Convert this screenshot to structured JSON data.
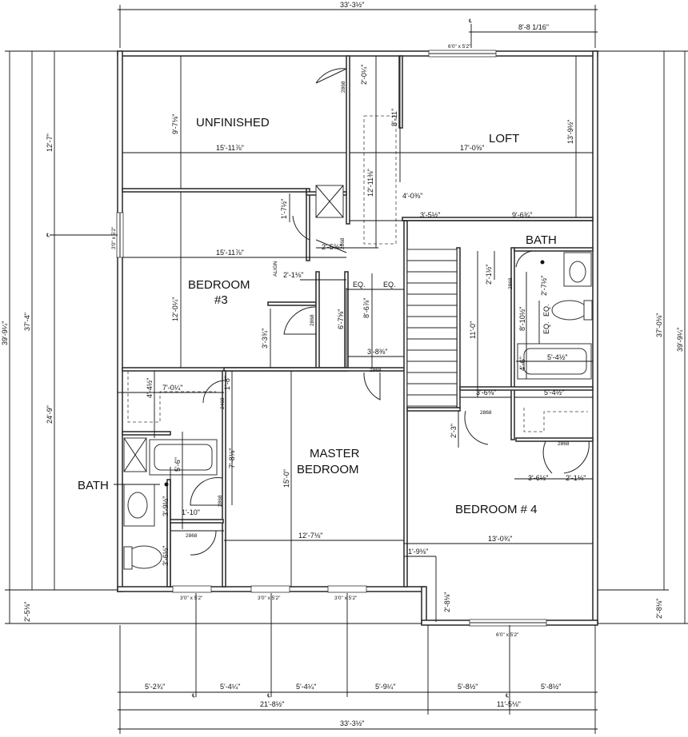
{
  "rooms": {
    "unfinished": "UNFINISHED",
    "loft": "LOFT",
    "bedroom3_line1": "BEDROOM",
    "bedroom3_line2": "#3",
    "bath_upper": "BATH",
    "bath_left": "BATH",
    "master_line1": "MASTER",
    "master_line2": "BEDROOM",
    "bedroom4": "BEDROOM # 4"
  },
  "overall_dims": {
    "top_total": "33'-3½\"",
    "top_right": "8'-8 1/16\"",
    "bottom_total": "33'-3½\"",
    "bottom_left": "21'-8½\"",
    "bottom_right": "11'-5⅛\"",
    "left_outer": "39'-9¼\"",
    "left_mid": "37'-4\"",
    "left_upper": "12'-7\"",
    "left_lower": "24'-9\"",
    "left_bottom": "2'-5⅛\"",
    "right_outer": "39'-9¼\"",
    "right_mid": "37'-0⅛\"",
    "right_bottom": "2'-8⅛\""
  },
  "bottom_segments": [
    "5'-2¾\"",
    "5'-4¼\"",
    "5'-4¼\"",
    "5'-9¼\"",
    "5'-8½\"",
    "5'-8½\""
  ],
  "interior_dims": {
    "unfinished_w": "15'-11⅞\"",
    "unfinished_h": "9'-7⅛\"",
    "loft_w": "17'-0⅝\"",
    "loft_h": "13'-9½\"",
    "d_2_0": "2'-0¼\"",
    "d_8_11": "8'-11\"",
    "d_12_11": "12'-11⅜\"",
    "d_4_0": "4'-0⅜\"",
    "d_3_5": "3'-5½\"",
    "d_9_6": "9'-6¾\"",
    "d_1_7": "1'-7½\"",
    "d_2_5": "2'-5⅝\"",
    "bed3_w": "15'-11⅞\"",
    "d_2_1": "2'-1⅛\"",
    "bed3_h": "12'-0¼\"",
    "eq1": "EQ.",
    "eq2": "EQ.",
    "eq3": "EQ.",
    "eq4": "EQ.",
    "d_8_6": "8'-6⅞\"",
    "d_6_7": "6'-7⅝\"",
    "d_3_3": "3'-3¾\"",
    "d_3_8": "3'-8⅜\"",
    "d_2_1b": "2'-1½\"",
    "d_2_7": "2'-7½\"",
    "d_8_10": "8'-10½\"",
    "d_11_0": "11'-0\"",
    "d_4_6": "4'-6\"",
    "d_5_4": "5'-4½\"",
    "d_3_6": "3'-6⅛\"",
    "d_5_4b": "5'-4½\"",
    "d_2_3": "2'-3\"",
    "d_3_6b": "3'-6½\"",
    "d_2_1c": "2'-1⅛\"",
    "d_7_0": "7'-0¼\"",
    "d_4_4": "4'-4½\"",
    "d_1_8": "1'-8\"",
    "d_7_8": "7'-8⅛\"",
    "d_5_6": "5'-6\"",
    "d_3_9": "3'-9½\"",
    "d_1_10": "1'-10\"",
    "d_3_6c": "3'-6½\"",
    "master_h": "15'-0\"",
    "master_w": "12'-7⅛\"",
    "bed4_w": "13'-0¾\"",
    "d_1_9": "1'-9⅛\"",
    "d_2_8": "2'-8⅛\""
  },
  "labels": {
    "door_2868_a": "2868",
    "door_2868_b": "2868",
    "door_2868_c": "2868",
    "door_2868_d": "2868",
    "door_2868_e": "2868",
    "door_2868_f": "2868",
    "door_2868_g": "2868",
    "door_2868_h": "2868",
    "door_2868_i": "2868",
    "door_2468": "2468",
    "window_top": "6'0\" x 5'2\"",
    "window_left": "3'0\" x 5'2\"",
    "window_b1": "3'0\" x 5'2\"",
    "window_b2": "3'0\" x 5'2\"",
    "window_b3": "3'0\" x 5'2\"",
    "window_b4": "6'0\" x 5'2\"",
    "align": "ALIGN",
    "cl_symbol": "℄"
  },
  "colors": {
    "line": "#222222",
    "wall_fill": "#ffffff",
    "background": "#ffffff"
  }
}
